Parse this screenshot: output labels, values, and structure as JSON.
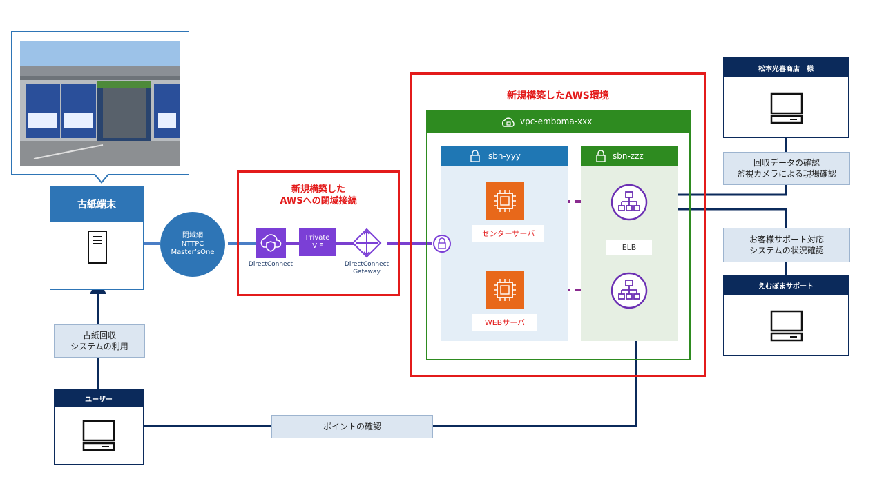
{
  "terminal": {
    "title": "古紙端末"
  },
  "closed_network": {
    "line1": "閉域網",
    "line2": "NTTPC",
    "line3": "Master’sOne"
  },
  "user_box": {
    "title": "ユーザー"
  },
  "usage_label": {
    "line1": "古紙回収",
    "line2": "システムの利用"
  },
  "points_label": "ポイントの確認",
  "connection_group": {
    "title_line1": "新規構築した",
    "title_line2": "AWSへの閉域接続",
    "direct_connect": "DirectConnect",
    "private_vif_line1": "Private",
    "private_vif_line2": "VIF",
    "dc_gateway_line1": "DirectConnect",
    "dc_gateway_line2": "Gateway"
  },
  "aws_env": {
    "title": "新規構築したAWS環境",
    "vpc": "vpc-emboma-xxx",
    "subnet_yyy": "sbn-yyy",
    "subnet_zzz": "sbn-zzz",
    "center_server": "センターサーバ",
    "web_server": "WEBサーバ",
    "elb": "ELB"
  },
  "store": {
    "title": "松本光春商店　様"
  },
  "store_label": {
    "line1": "回収データの確認",
    "line2": "監視カメラによる現場確認"
  },
  "support_label": {
    "line1": "お客様サポート対応",
    "line2": "システムの状況確認"
  },
  "support": {
    "title": "えむぼまサポート"
  },
  "colors": {
    "navy": "#0b2a5b",
    "terminal_blue": "#2e75b6",
    "aws_red": "#e31b1b",
    "vpc_green": "#2e8b20",
    "subnet_blue": "#1f77b4",
    "subnet_green": "#2e8b20",
    "ec2_orange": "#e8681a",
    "purple": "#8c4fff",
    "elb_purple": "#6b2fb3"
  }
}
